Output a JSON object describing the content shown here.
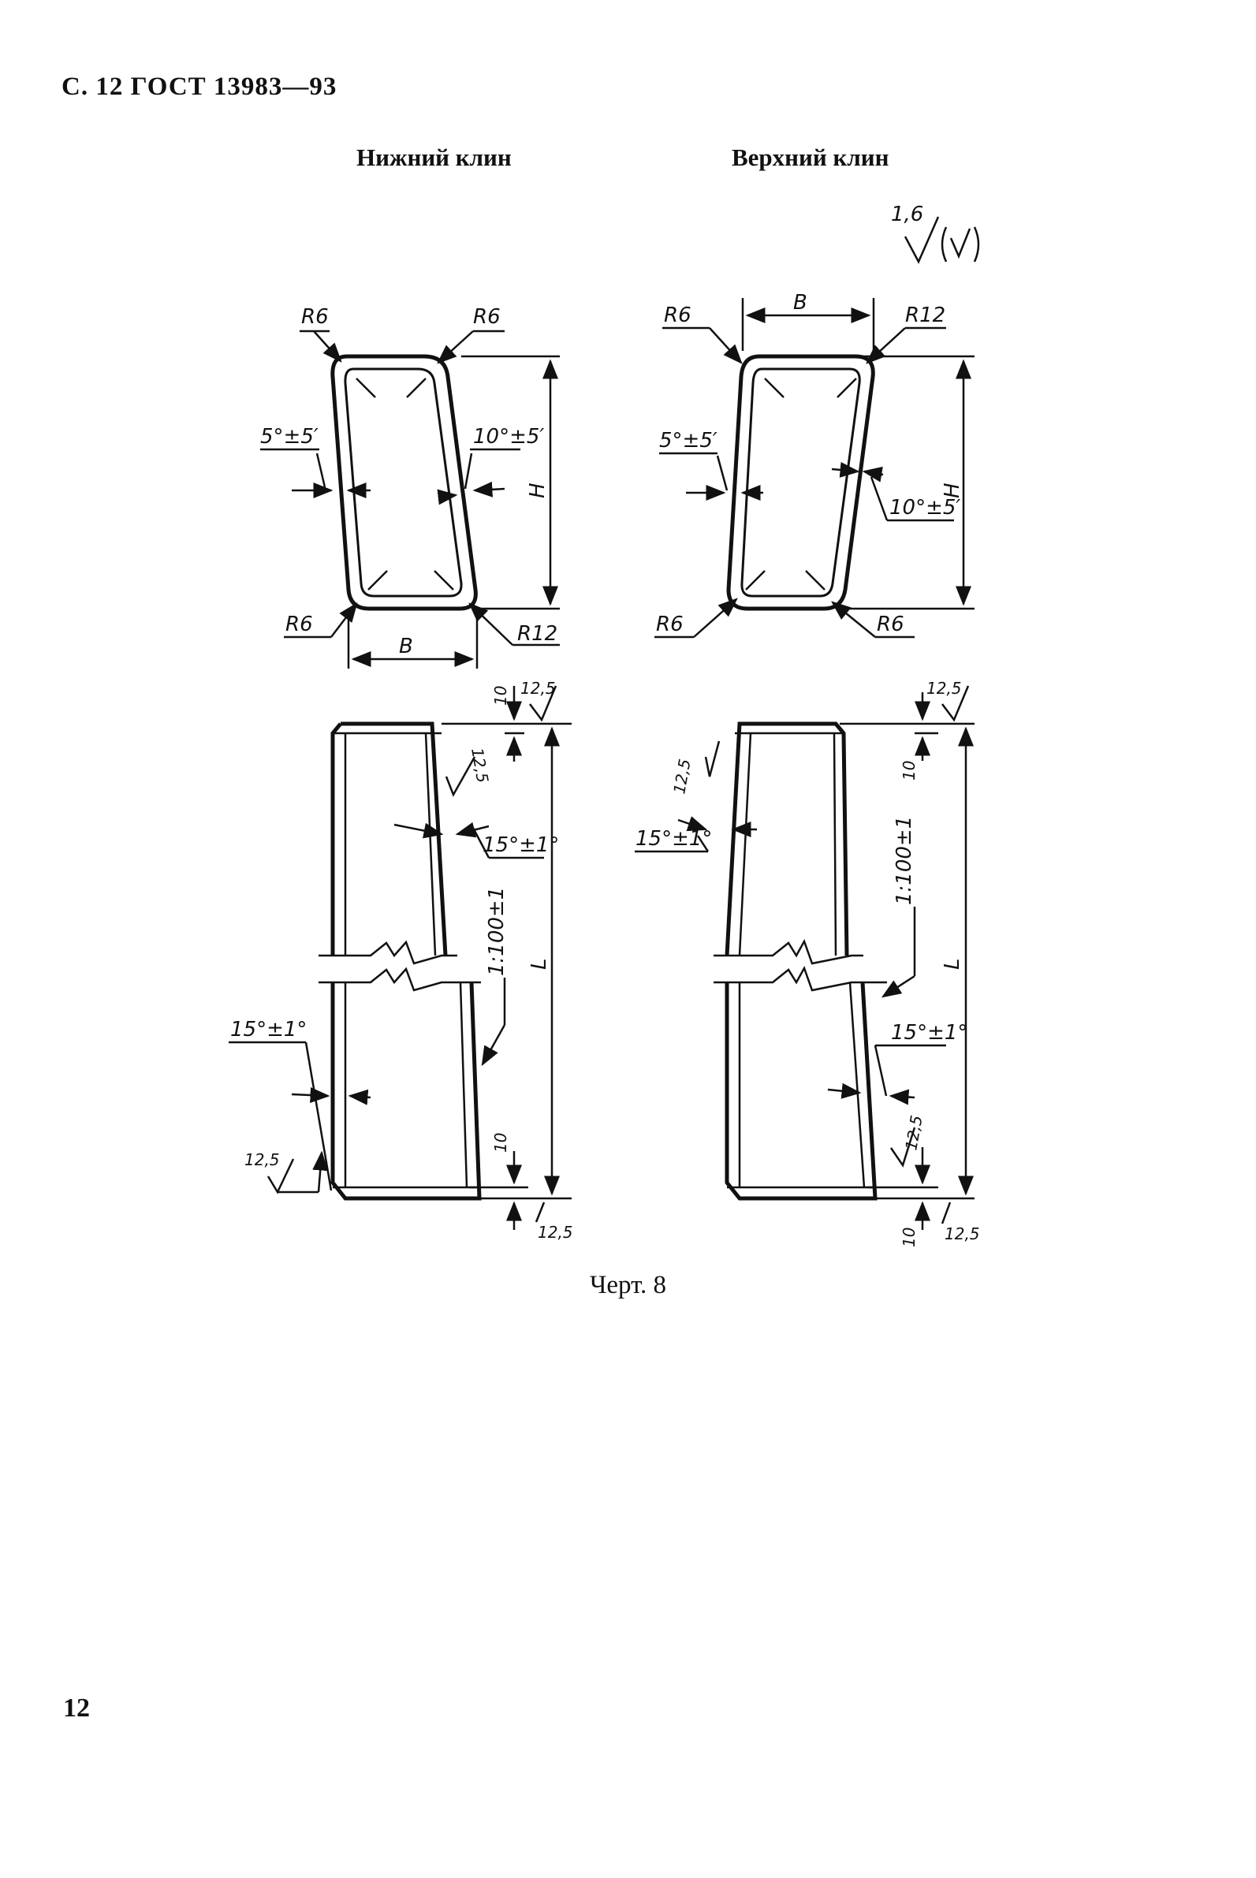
{
  "header": "С. 12 ГОСТ 13983—93",
  "captions": {
    "lower": "Нижний клин",
    "upper": "Верхний клин"
  },
  "figure_label": "Черт. 8",
  "page_number": "12",
  "labels": {
    "roughness_main": "1,6",
    "r6": "R6",
    "r12": "R12",
    "b": "B",
    "h": "H",
    "l": "L",
    "angle_5": "5°±5′",
    "angle_10": "10°±5′",
    "angle_15": "15°±1°",
    "rough_125": "12,5",
    "dim_10": "10",
    "taper": "1:100±1"
  }
}
